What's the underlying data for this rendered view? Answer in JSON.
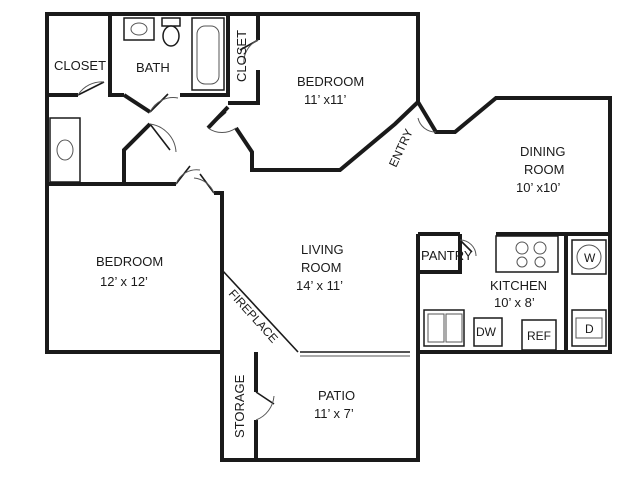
{
  "rooms": {
    "closet_top": "CLOSET",
    "bath": "BATH",
    "closet_vertical": "CLOSET",
    "bedroom_top": {
      "name": "BEDROOM",
      "size": "11’ x11’"
    },
    "entry": "ENTRY",
    "dining": {
      "name_line1": "DINING",
      "name_line2": "ROOM",
      "size": "10’ x10’"
    },
    "bedroom_left": {
      "name": "BEDROOM",
      "size": "12’ x 12’"
    },
    "living": {
      "name_line1": "LIVING",
      "name_line2": "ROOM",
      "size": "14’ x 11’"
    },
    "fireplace": "FIREPLACE",
    "pantry": "PANTRY",
    "kitchen": {
      "name": "KITCHEN",
      "size": "10’ x 8’"
    },
    "patio": {
      "name": "PATIO",
      "size": "11’ x 7’"
    },
    "storage": "STORAGE"
  },
  "appliances": {
    "dishwasher": "DW",
    "refrigerator": "REF",
    "washer": "W",
    "dryer": "D"
  }
}
